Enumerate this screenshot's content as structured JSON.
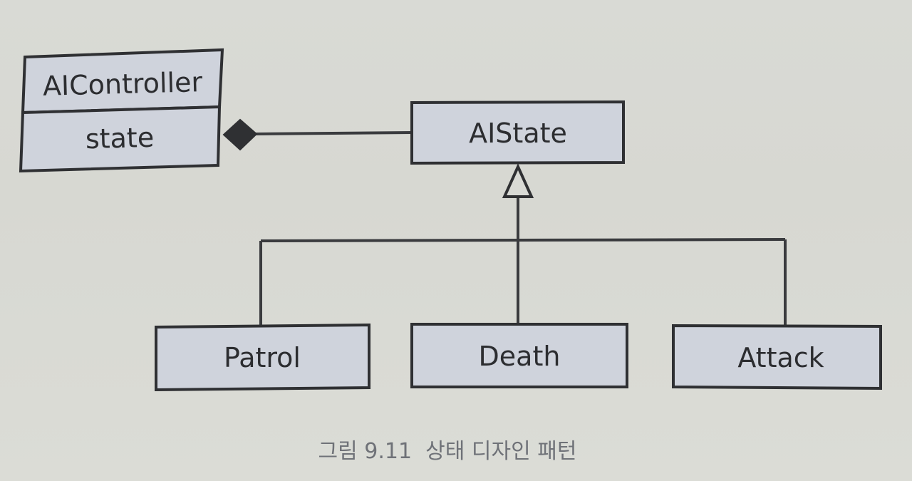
{
  "diagram": {
    "classes": {
      "ai_controller": {
        "name": "AIController",
        "attribute": "state"
      },
      "ai_state": {
        "name": "AIState"
      },
      "patrol": {
        "name": "Patrol"
      },
      "death": {
        "name": "Death"
      },
      "attack": {
        "name": "Attack"
      }
    },
    "relations": [
      {
        "from": "AIController",
        "to": "AIState",
        "kind": "composition"
      },
      {
        "from": "Patrol",
        "to": "AIState",
        "kind": "generalization"
      },
      {
        "from": "Death",
        "to": "AIState",
        "kind": "generalization"
      },
      {
        "from": "Attack",
        "to": "AIState",
        "kind": "generalization"
      }
    ]
  },
  "caption": "그림 9.11  상태 디자인 패턴",
  "colors": {
    "box_fill": "#cfd3dc",
    "line": "#2f3033",
    "text": "#2c2d30",
    "caption": "#6f7278"
  }
}
